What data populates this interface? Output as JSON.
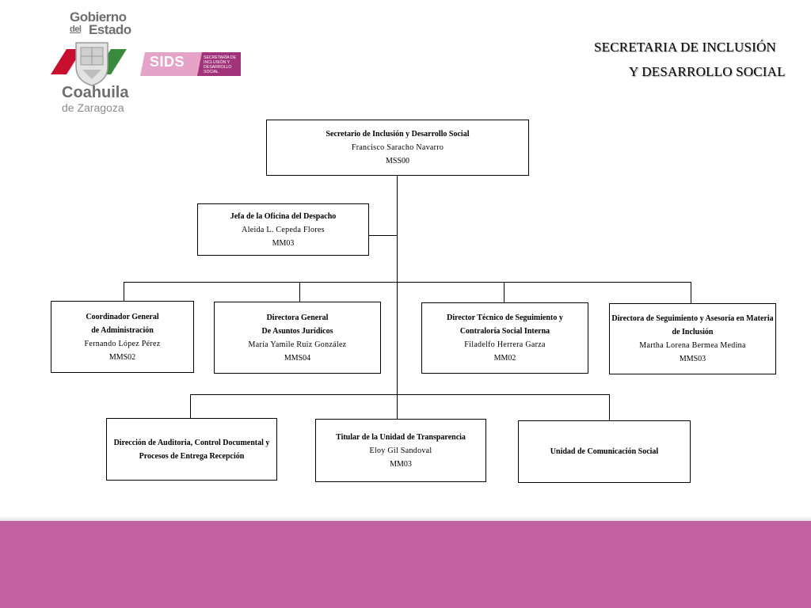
{
  "logo": {
    "gobierno": "Gobierno",
    "del": "del",
    "estado": "Estado",
    "coahuila": "Coahuila",
    "de_zaragoza": "de Zaragoza",
    "sids": "SIDS",
    "sids_sub": "SECRETARÍA DE INCLUSIÓN Y DESARROLLO SOCIAL"
  },
  "title": {
    "line1": "SECRETARIA DE INCLUSIÓN",
    "line2": "Y DESARROLLO SOCIAL"
  },
  "org": {
    "secretario": {
      "title": "Secretario de Inclusión y Desarrollo Social",
      "name": "Francisco Saracho Navarro",
      "code": "MSS00"
    },
    "jefa": {
      "title": "Jefa de la Oficina del Despacho",
      "name": "Aleida L. Cepeda Flores",
      "code": "MM03"
    },
    "coordinador": {
      "title1": "Coordinador General",
      "title2": "de Administración",
      "name": "Fernando López Pérez",
      "code": "MMS02"
    },
    "juridicos": {
      "title1": "Directora General",
      "title2": "De Asuntos Jurídicos",
      "name": "María Yamile Ruiz González",
      "code": "MMS04"
    },
    "tecnico": {
      "title1": "Director Técnico  de Seguimiento y",
      "title2": "Contraloría Social Interna",
      "name": "Filadelfo Herrera Garza",
      "code": "MM02"
    },
    "asesoria": {
      "title1": "Directora de Seguimiento y Asesoría en Materia",
      "title2": "de Inclusión",
      "name": "Martha Lorena Bermea Medina",
      "code": "MMS03"
    },
    "auditoria": {
      "title1": "Dirección de Auditoria, Control Documental y",
      "title2": "Procesos de Entrega Recepción"
    },
    "transparencia": {
      "title": "Titular de la Unidad de Transparencia",
      "name": "Eloy Gil Sandoval",
      "code": "MM03"
    },
    "comunicacion": {
      "title": "Unidad de Comunicación Social"
    }
  },
  "colors": {
    "accent_magenta": "#c2619f",
    "logo_gray": "#6d6e71",
    "flag_green": "#3a8a3e",
    "flag_red": "#c8102e",
    "sids_pink": "#e6a3c8",
    "sids_purple": "#a0337a"
  }
}
